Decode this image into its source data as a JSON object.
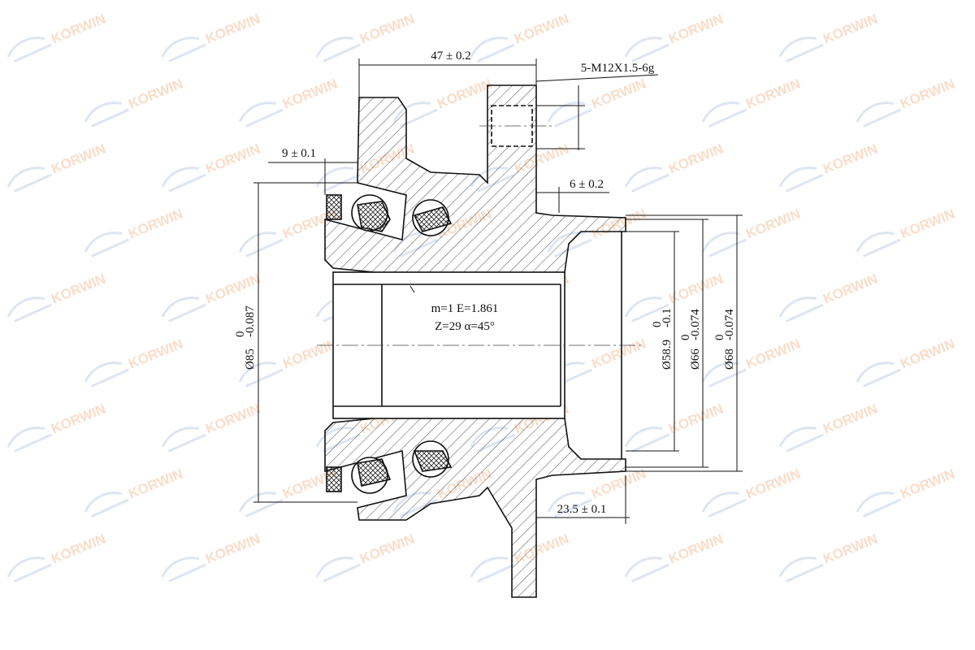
{
  "watermark": {
    "text": "KORWIN",
    "colors": {
      "text": "#f3b48a",
      "swoosh": "#9fb4d6"
    }
  },
  "dimensions": {
    "flange_width": "47 ± 0.2",
    "thread": "5-M12X1.5-6g",
    "left_offset": "9 ± 0.1",
    "flange_step": "6 ± 0.2",
    "spigot_length": "23.5 ± 0.1",
    "outer_diameter": {
      "base": "Ø85",
      "upper": "0",
      "lower": "-0.087"
    },
    "bore_589": {
      "base": "Ø58.9",
      "upper": "0",
      "lower": "-0.1"
    },
    "spigot_66": {
      "base": "Ø66",
      "upper": "0",
      "lower": "-0.074"
    },
    "spigot_68": {
      "base": "Ø68",
      "upper": "0",
      "lower": "-0.074"
    }
  },
  "spline_spec": {
    "line1": "m=1  E=1.861",
    "line2": "Z=29  α=45°"
  }
}
